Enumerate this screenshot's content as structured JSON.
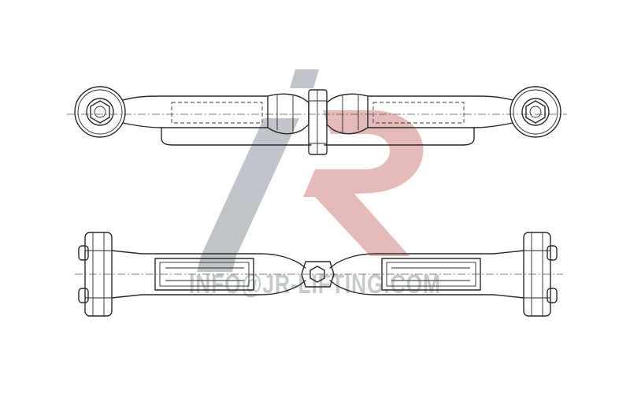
{
  "watermark": {
    "logo_letters": "JR",
    "text": "INFO@JR-LIFTING.COM",
    "colors": {
      "j": "#8e949b",
      "r": "#b53a3a"
    }
  },
  "drawing": {
    "views": [
      "top-view",
      "side-view"
    ],
    "stroke_color": "#2a2a2a"
  }
}
